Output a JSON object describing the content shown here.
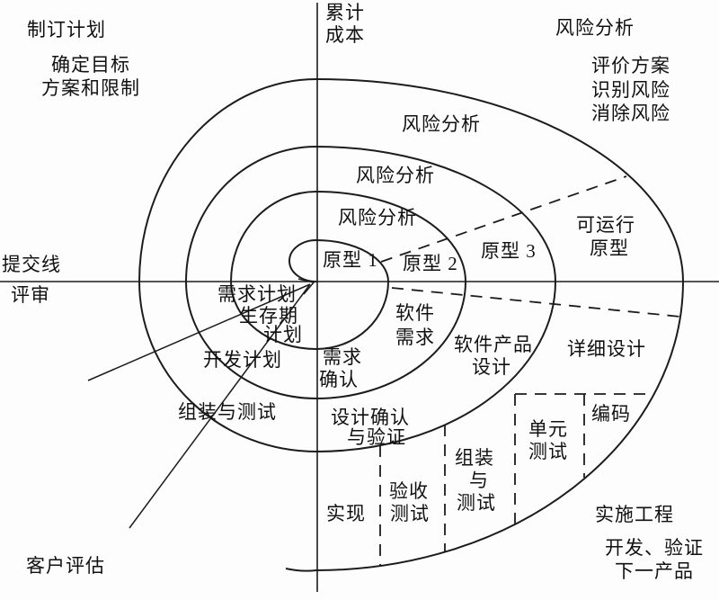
{
  "colors": {
    "line": "#1c1c1c",
    "text": "#111111",
    "background": "#fdfdfd"
  },
  "axes": {
    "cumulative_cost_line1": "累计",
    "cumulative_cost_line2": "成本",
    "commit_line": "提交线",
    "review": "评审"
  },
  "quadrants": {
    "plan_title": "制订计划",
    "plan_sub1": "确定目标",
    "plan_sub2": "方案和限制",
    "risk_title": "风险分析",
    "risk_sub1": "评价方案",
    "risk_sub2": "识别风险",
    "risk_sub3": "消除风险",
    "engineering_title": "实施工程",
    "engineering_sub1": "开发、验证",
    "engineering_sub2": "下一产品",
    "evaluation_title": "客户评估"
  },
  "rings": {
    "risk_ring_outer": "风险分析",
    "risk_ring_middle": "风险分析",
    "risk_ring_inner": "风险分析",
    "prototype1": "原型 1",
    "prototype2": "原型 2",
    "prototype3": "原型 3",
    "operational_proto_line1": "可运行",
    "operational_proto_line2": "原型"
  },
  "tasks": {
    "requirements_plan": "需求计划",
    "lifecycle_line1": "生存期",
    "lifecycle_line2": "计划",
    "development_plan": "开发计划",
    "assembly_and_test": "组装与测试",
    "req_confirm_line1": "需求",
    "req_confirm_line2": "确认",
    "software_req_line1": "软件",
    "software_req_line2": "需求",
    "software_product_design_line1": "软件产品",
    "software_product_design_line2": "设计",
    "design_validation_line1": "设计确认",
    "design_validation_line2": "与验证",
    "detailed_design": "详细设计",
    "coding": "编码",
    "unit_test_line1": "单元",
    "unit_test_line2": "测试",
    "integration_line1": "组装",
    "integration_line2": "与",
    "integration_line3": "测试",
    "acceptance_line1": "验收",
    "acceptance_line2": "测试",
    "implementation": "实现"
  }
}
